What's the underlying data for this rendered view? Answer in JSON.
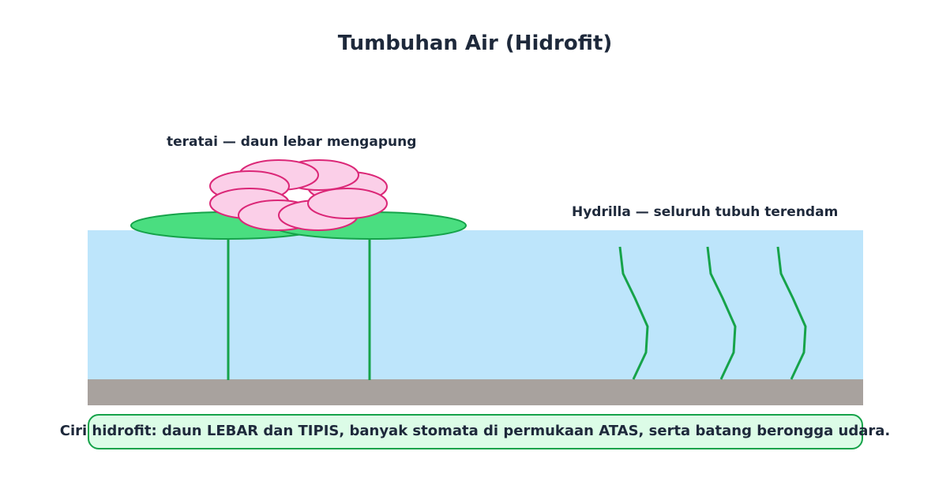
{
  "title": "Tumbuhan Air (Hidrofit)",
  "labels": {
    "lotus": "teratai — daun lebar mengapung",
    "hydrilla": "Hydrilla — seluruh tubuh terendam"
  },
  "note": "Ciri hidrofit: daun LEBAR dan TIPIS, banyak stomata di permukaan ATAS, serta batang berongga udara.",
  "colors": {
    "water": "#bde5fb",
    "sediment": "#a8a29e",
    "leaf": "#4ade80",
    "stem": "#16a34a",
    "petal": "#fbcfe8",
    "petal_outline": "#db2777",
    "note_fill": "#dcfce7",
    "note_border": "#16a34a",
    "text": "#1e293b"
  }
}
